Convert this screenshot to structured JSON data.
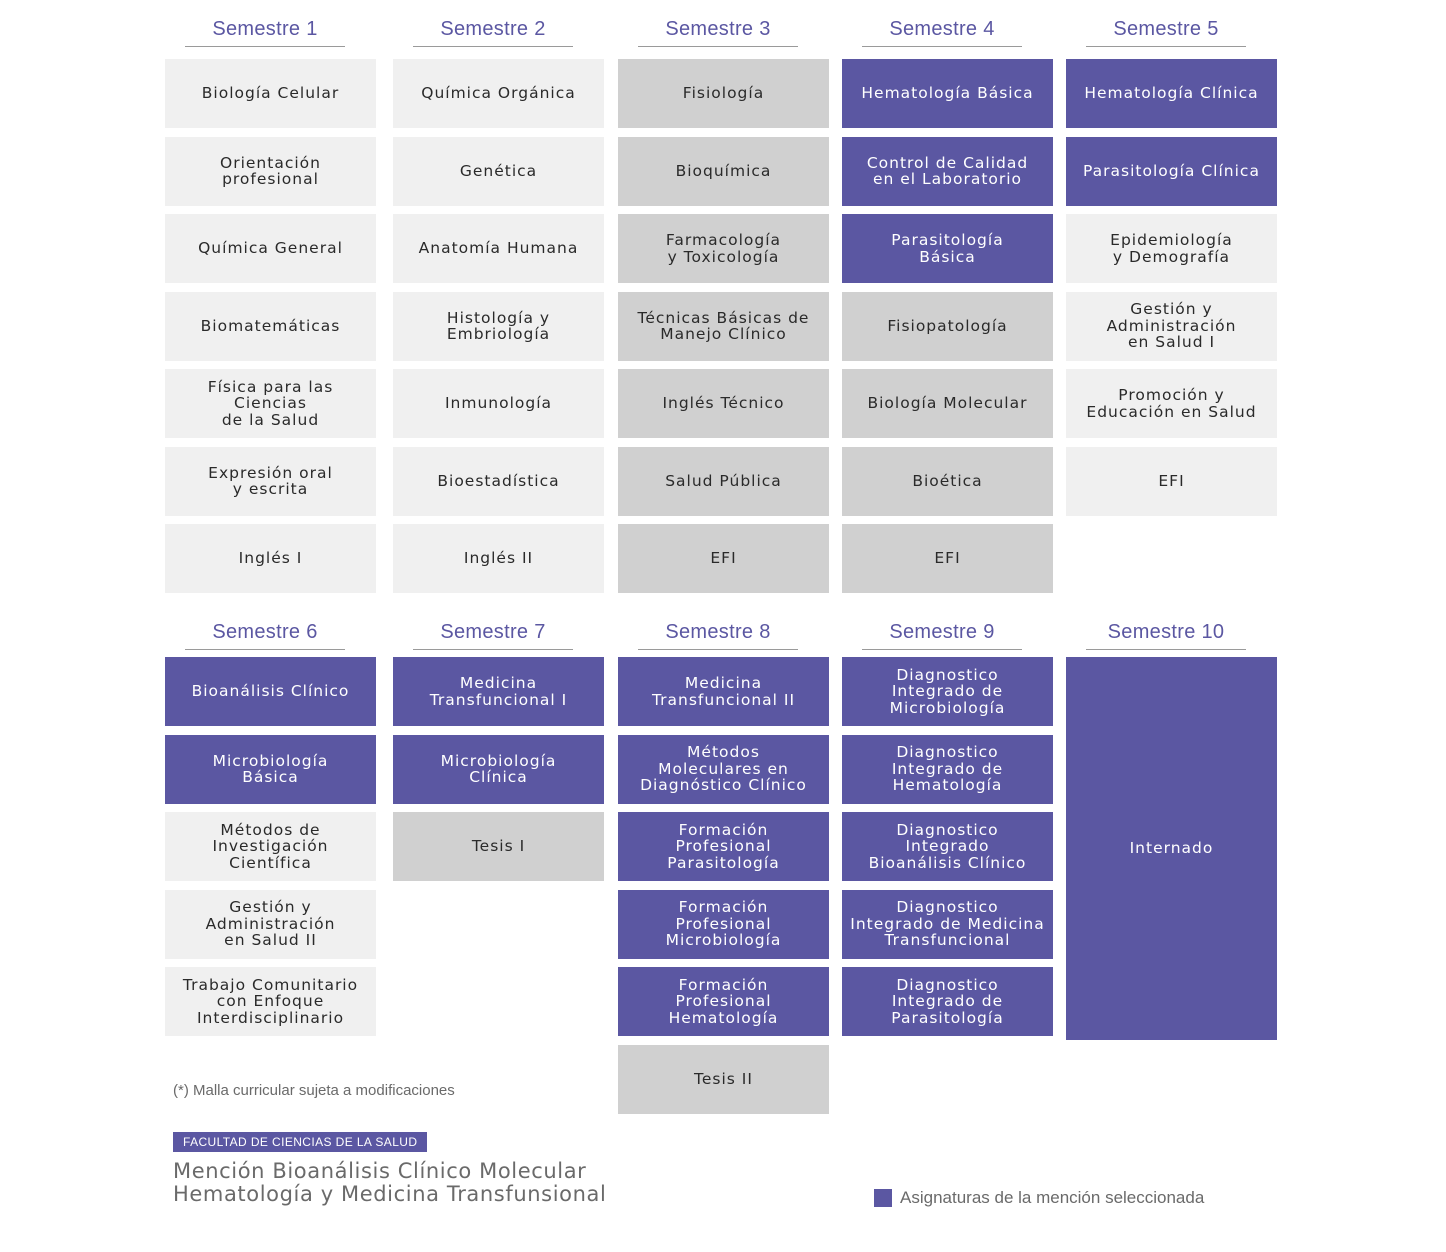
{
  "colors": {
    "accent": "#5b57a2",
    "light": "#f0f0f0",
    "gray": "#d0d0d0"
  },
  "semesters": [
    {
      "title": "Semestre 1",
      "courses": [
        {
          "name": "Biología Celular",
          "style": "light"
        },
        {
          "name": "Orientación\nprofesional",
          "style": "light"
        },
        {
          "name": "Química General",
          "style": "light"
        },
        {
          "name": "Biomatemáticas",
          "style": "light"
        },
        {
          "name": "Física para las\nCiencias\nde la Salud",
          "style": "light"
        },
        {
          "name": "Expresión oral\ny escrita",
          "style": "light"
        },
        {
          "name": "Inglés I",
          "style": "light"
        }
      ]
    },
    {
      "title": "Semestre 2",
      "courses": [
        {
          "name": "Química Orgánica",
          "style": "light"
        },
        {
          "name": "Genética",
          "style": "light"
        },
        {
          "name": "Anatomía Humana",
          "style": "light"
        },
        {
          "name": "Histología y\nEmbriología",
          "style": "light"
        },
        {
          "name": "Inmunología",
          "style": "light"
        },
        {
          "name": "Bioestadística",
          "style": "light"
        },
        {
          "name": "Inglés II",
          "style": "light"
        }
      ]
    },
    {
      "title": "Semestre 3",
      "courses": [
        {
          "name": "Fisiología",
          "style": "gray"
        },
        {
          "name": "Bioquímica",
          "style": "gray"
        },
        {
          "name": "Farmacología\ny Toxicología",
          "style": "gray"
        },
        {
          "name": "Técnicas Básicas de\nManejo Clínico",
          "style": "gray"
        },
        {
          "name": "Inglés Técnico",
          "style": "gray"
        },
        {
          "name": "Salud Pública",
          "style": "gray"
        },
        {
          "name": "EFI",
          "style": "gray"
        }
      ]
    },
    {
      "title": "Semestre 4",
      "courses": [
        {
          "name": "Hematología Básica",
          "style": "purple"
        },
        {
          "name": "Control de Calidad\nen el Laboratorio",
          "style": "purple"
        },
        {
          "name": "Parasitología\nBásica",
          "style": "purple"
        },
        {
          "name": "Fisiopatología",
          "style": "gray"
        },
        {
          "name": "Biología Molecular",
          "style": "gray"
        },
        {
          "name": "Bioética",
          "style": "gray"
        },
        {
          "name": "EFI",
          "style": "gray"
        }
      ]
    },
    {
      "title": "Semestre 5",
      "courses": [
        {
          "name": "Hematología Clínica",
          "style": "purple"
        },
        {
          "name": "Parasitología Clínica",
          "style": "purple"
        },
        {
          "name": "Epidemiología\ny Demografía",
          "style": "light"
        },
        {
          "name": "Gestión y\nAdministración\nen Salud I",
          "style": "light"
        },
        {
          "name": "Promoción y\nEducación en Salud",
          "style": "light"
        },
        {
          "name": "EFI",
          "style": "light"
        }
      ]
    },
    {
      "title": "Semestre 6",
      "courses": [
        {
          "name": "Bioanálisis Clínico",
          "style": "purple"
        },
        {
          "name": "Microbiología\nBásica",
          "style": "purple"
        },
        {
          "name": "Métodos de\nInvestigación\nCientífica",
          "style": "light"
        },
        {
          "name": "Gestión y\nAdministración\nen Salud II",
          "style": "light"
        },
        {
          "name": "Trabajo Comunitario\ncon Enfoque\nInterdisciplinario",
          "style": "light"
        }
      ]
    },
    {
      "title": "Semestre 7",
      "courses": [
        {
          "name": "Medicina\nTransfuncional I",
          "style": "purple"
        },
        {
          "name": "Microbiología\nClínica",
          "style": "purple"
        },
        {
          "name": "Tesis I",
          "style": "gray"
        }
      ]
    },
    {
      "title": "Semestre 8",
      "courses": [
        {
          "name": "Medicina\nTransfuncional II",
          "style": "purple"
        },
        {
          "name": "Métodos\nMoleculares en\nDiagnóstico Clínico",
          "style": "purple"
        },
        {
          "name": "Formación\nProfesional\nParasitología",
          "style": "purple"
        },
        {
          "name": "Formación\nProfesional\nMicrobiología",
          "style": "purple"
        },
        {
          "name": "Formación\nProfesional\nHematología",
          "style": "purple"
        },
        {
          "name": "Tesis II",
          "style": "gray"
        }
      ]
    },
    {
      "title": "Semestre 9",
      "courses": [
        {
          "name": "Diagnostico\nIntegrado de\nMicrobiología",
          "style": "purple"
        },
        {
          "name": "Diagnostico\nIntegrado de\nHematología",
          "style": "purple"
        },
        {
          "name": "Diagnostico\nIntegrado\nBioanálisis Clínico",
          "style": "purple"
        },
        {
          "name": "Diagnostico\nIntegrado de Medicina\nTransfuncional",
          "style": "purple"
        },
        {
          "name": "Diagnostico\nIntegrado de\nParasitología",
          "style": "purple"
        }
      ]
    },
    {
      "title": "Semestre 10",
      "courses": [
        {
          "name": "Internado",
          "style": "purple",
          "span": 5
        }
      ]
    }
  ],
  "footer": {
    "note": "(*) Malla curricular sujeta a modificaciones",
    "faculty": "FACULTAD DE CIENCIAS DE LA SALUD",
    "mention_line1": "Mención Bioanálisis Clínico Molecular",
    "mention_line2": "Hematología y Medicina Transfunsional",
    "legend": "Asignaturas de la mención seleccionada"
  }
}
